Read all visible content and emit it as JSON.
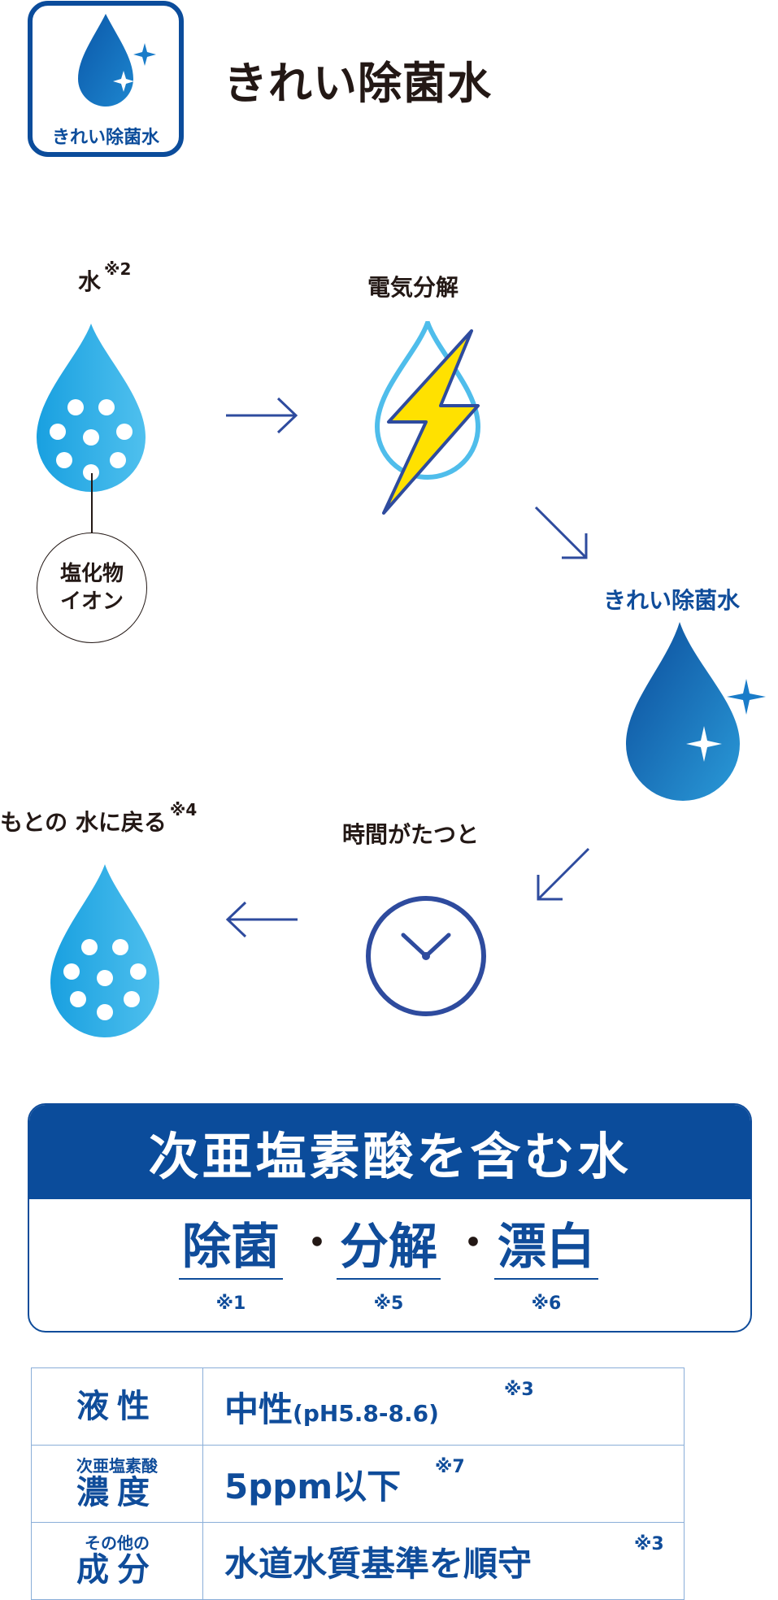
{
  "header": {
    "logo_caption": "きれい除菌水",
    "title": "きれい除菌水"
  },
  "process": {
    "water": {
      "label": "水",
      "note": "※2"
    },
    "chloride_ion": {
      "line1": "塩化物",
      "line2": "イオン"
    },
    "electrolysis": {
      "label": "電気分解"
    },
    "clean_water": {
      "label": "きれい除菌水"
    },
    "time_passes": {
      "label": "時間がたつと"
    },
    "returns": {
      "label": "もとの 水に戻る",
      "note": "※4"
    }
  },
  "definition": {
    "title": "次亜塩素酸を含む水",
    "effects": [
      {
        "label": "除菌",
        "note": "※1"
      },
      {
        "label": "分解",
        "note": "※5"
      },
      {
        "label": "漂白",
        "note": "※6"
      }
    ],
    "separator": "・"
  },
  "properties": [
    {
      "label_small": "",
      "label": "液性",
      "value": "中性",
      "value_paren": "(pH5.8-8.6)",
      "note": "※3"
    },
    {
      "label_small": "次亜塩素酸",
      "label": "濃度",
      "value": "5ppm以下",
      "value_paren": "",
      "note": "※7"
    },
    {
      "label_small": "その他の",
      "label": "成分",
      "value": "水道水質基準を順守",
      "value_paren": "",
      "note": "※3"
    }
  ],
  "colors": {
    "brand_blue": "#0F4C9A",
    "light_blue": "#35ABE6",
    "bolt_yellow": "#FFE100",
    "clock_blue": "#2E4B9E"
  },
  "icons": [
    "water-drop-icon",
    "lightning-icon",
    "sparkle-icon",
    "clock-icon",
    "arrow-icon"
  ]
}
